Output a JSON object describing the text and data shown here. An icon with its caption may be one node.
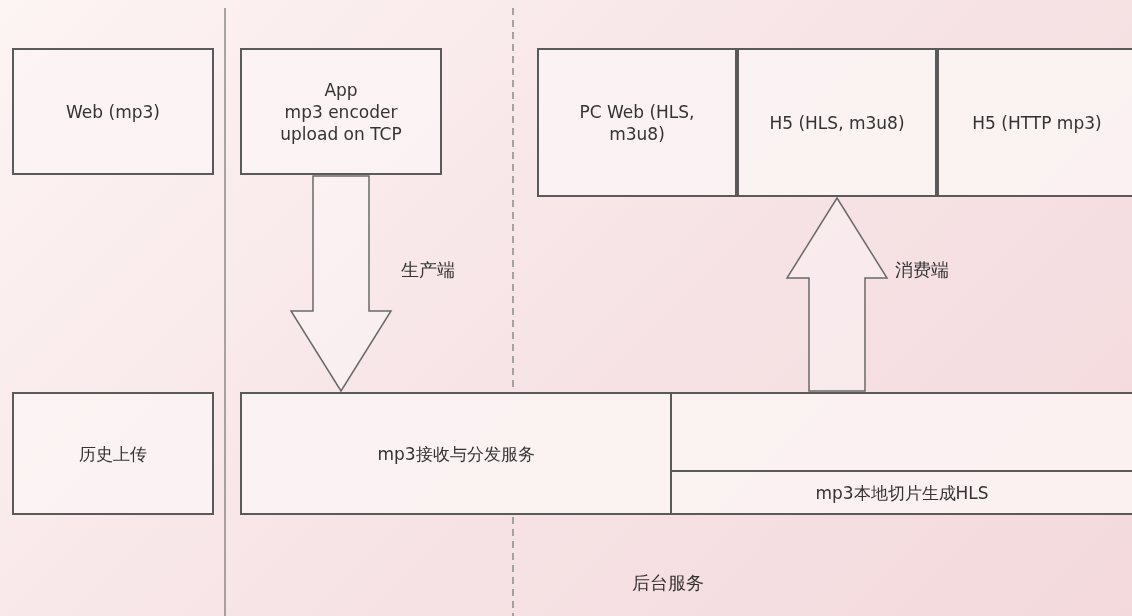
{
  "diagram": {
    "nodes": [
      {
        "text": [
          "Web (mp3)"
        ]
      },
      {
        "text": [
          "App",
          "mp3 encoder",
          "upload on TCP"
        ]
      },
      {
        "text": [
          "PC Web (HLS, m3u8)"
        ]
      },
      {
        "text": [
          "H5 (HLS, m3u8)"
        ]
      },
      {
        "text": [
          "H5 (HTTP mp3)"
        ]
      },
      {
        "text": [
          "历史上传"
        ]
      },
      {
        "text": [
          "mp3接收与分发服务"
        ]
      },
      {
        "text": [],
        "shape": "box"
      },
      {
        "text": [
          "mp3本地切片生成HLS"
        ]
      }
    ],
    "edges": [
      {
        "from": 1,
        "to": 6,
        "arrow": "to"
      },
      {
        "from": 7,
        "to": 3,
        "arrow": "to"
      }
    ],
    "labels": [
      "生产端",
      "消费端",
      "后台服务"
    ]
  }
}
